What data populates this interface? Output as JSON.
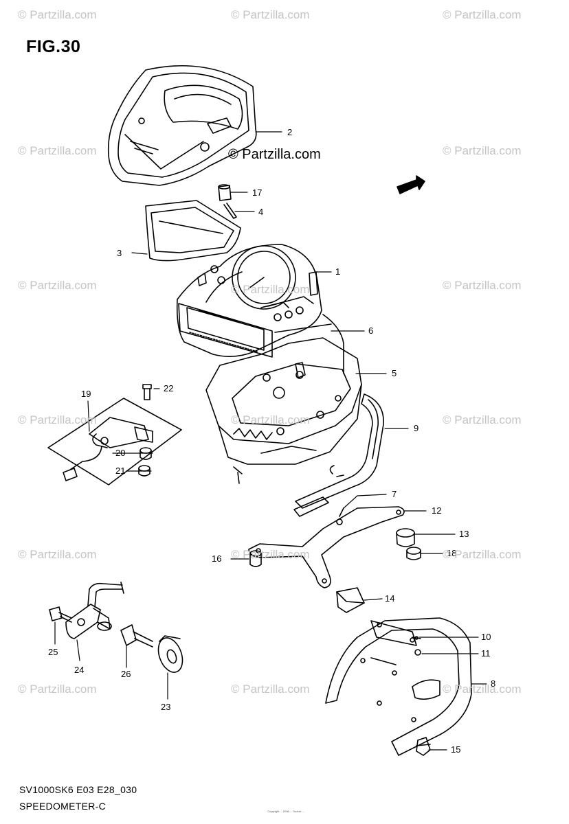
{
  "figure": {
    "title": "FIG.30",
    "code": "SV1000SK6 E03 E28_030",
    "caption": "SPEEDOMETER-C",
    "brand": "© Partzilla.com",
    "watermark": "© Partzilla.com",
    "copyright_small": "Copyright ... 2006 ... Suzuki ..."
  },
  "callouts": [
    "1",
    "2",
    "3",
    "4",
    "5",
    "6",
    "7",
    "8",
    "9",
    "10",
    "11",
    "12",
    "13",
    "14",
    "15",
    "16",
    "17",
    "18",
    "19",
    "20",
    "21",
    "22",
    "23",
    "24",
    "25",
    "26"
  ],
  "colors": {
    "line": "#000000",
    "watermark": "#c4c4c4",
    "background": "#ffffff"
  }
}
